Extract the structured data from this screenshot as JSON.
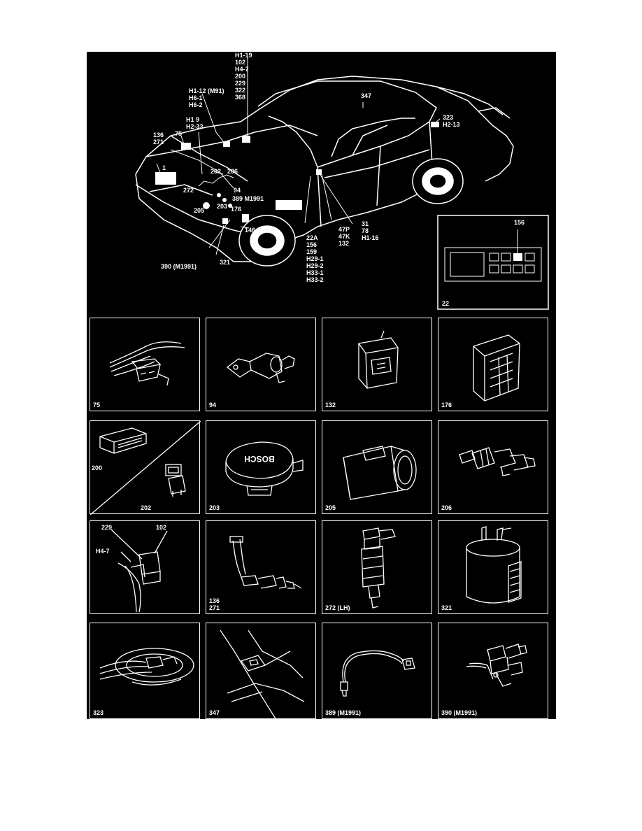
{
  "overview": {
    "callouts": {
      "c1": [
        "H1-19",
        "102",
        "H4-7",
        "200",
        "229",
        "322",
        "368"
      ],
      "c2": [
        "H1-12 (M91)",
        "H6-1",
        "H6-2"
      ],
      "c3": [
        "H1 9",
        "H2-33"
      ],
      "c4": [
        "136",
        "271"
      ],
      "c5": "75",
      "c6": "1",
      "c7": "272",
      "c8": [
        "202",
        "206"
      ],
      "c9": "94",
      "c10": "389 M1991",
      "c11": "205",
      "c12": "203",
      "c13": "176",
      "c14": "146",
      "c15": "390 (M1991)",
      "c16": "321",
      "c17": [
        "22A",
        "156",
        "159",
        "H29-1",
        "H29-2",
        "H33-1",
        "H33-2"
      ],
      "c18": [
        "47P",
        "47K",
        "132"
      ],
      "c19": [
        "31",
        "78",
        "H1-16"
      ],
      "c20": "347",
      "c21": [
        "323",
        "H2-13"
      ]
    },
    "fusebox": {
      "number": "22",
      "highlight": "156"
    }
  },
  "panels": [
    {
      "num": "75"
    },
    {
      "num": "94"
    },
    {
      "num": "132"
    },
    {
      "num": "176"
    },
    {
      "num": "200",
      "num2": "202"
    },
    {
      "num": "203",
      "brand": "BOSCH"
    },
    {
      "num": "205"
    },
    {
      "num": "206"
    },
    {
      "num": "H4-7",
      "top_left": "229",
      "top_right": "102"
    },
    {
      "num": "136",
      "num2": "271"
    },
    {
      "num": "272 (LH)"
    },
    {
      "num": "321"
    },
    {
      "num": "323"
    },
    {
      "num": "347"
    },
    {
      "num": "389 (M1991)"
    },
    {
      "num": "390 (M1991)"
    }
  ]
}
